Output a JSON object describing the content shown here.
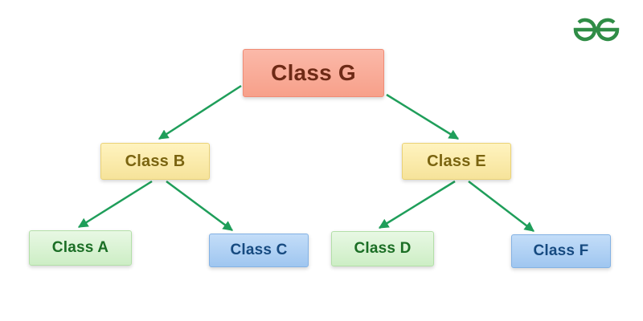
{
  "brand": {
    "logo_icon": "geeksforgeeks-logo-icon",
    "logo_color": "#2f8d46"
  },
  "colors": {
    "arrow": "#1f9e5a"
  },
  "nodes": {
    "g": {
      "label": "Class G"
    },
    "b": {
      "label": "Class B"
    },
    "e": {
      "label": "Class E"
    },
    "a": {
      "label": "Class A"
    },
    "c": {
      "label": "Class C"
    },
    "d": {
      "label": "Class D"
    },
    "f": {
      "label": "Class F"
    }
  },
  "edges": [
    {
      "from": "Class G",
      "to": "Class B"
    },
    {
      "from": "Class G",
      "to": "Class E"
    },
    {
      "from": "Class B",
      "to": "Class A"
    },
    {
      "from": "Class B",
      "to": "Class C"
    },
    {
      "from": "Class E",
      "to": "Class D"
    },
    {
      "from": "Class E",
      "to": "Class F"
    }
  ]
}
